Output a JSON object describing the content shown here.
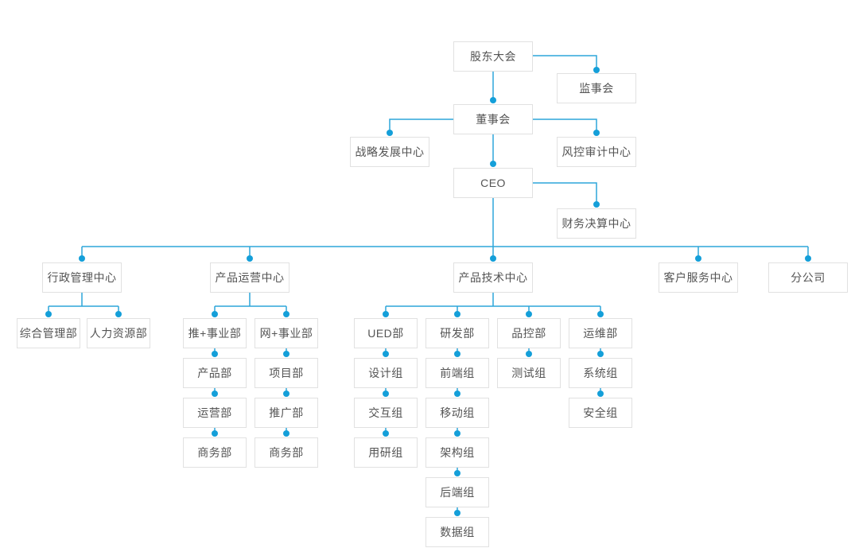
{
  "diagram_type": "org-chart",
  "colors": {
    "connector_line": "#2da6da",
    "connector_dot": "#149fd9",
    "node_border": "#e1e1e1",
    "node_background": "#ffffff",
    "node_text": "#545454",
    "page_background": "#ffffff"
  },
  "nodes": {
    "shareholders_meeting": "股东大会",
    "supervisory_board": "监事会",
    "board_of_directors": "董事会",
    "strategy_center": "战略发展中心",
    "risk_audit_center": "风控审计中心",
    "ceo": "CEO",
    "finance_center": "财务决算中心",
    "admin_center": "行政管理中心",
    "product_ops_center": "产品运营中心",
    "product_tech_center": "产品技术中心",
    "customer_service_center": "客户服务中心",
    "branch_company": "分公司",
    "general_admin_dept": "综合管理部",
    "hr_dept": "人力资源部",
    "tui_division": "推+事业部",
    "wang_division": "网+事业部",
    "product_dept": "产品部",
    "project_dept": "项目部",
    "operation_dept": "运营部",
    "promotion_dept": "推广部",
    "business_dept_tui": "商务部",
    "business_dept_wang": "商务部",
    "ued_dept": "UED部",
    "rd_dept": "研发部",
    "qc_dept": "品控部",
    "maintenance_dept": "运维部",
    "design_group": "设计组",
    "interaction_group": "交互组",
    "user_research_group": "用研组",
    "frontend_group": "前端组",
    "mobile_group": "移动组",
    "architecture_group": "架构组",
    "backend_group": "后端组",
    "data_group": "数据组",
    "testing_group": "测试组",
    "system_group": "系统组",
    "security_group": "安全组"
  },
  "hierarchy_as_drawn": {
    "shareholders_meeting": [
      "supervisory_board",
      "board_of_directors"
    ],
    "board_of_directors": [
      "strategy_center",
      "risk_audit_center",
      "ceo"
    ],
    "ceo": [
      "finance_center",
      "admin_center",
      "product_ops_center",
      "product_tech_center",
      "customer_service_center",
      "branch_company"
    ],
    "admin_center": [
      "general_admin_dept",
      "hr_dept"
    ],
    "product_ops_center": [
      "tui_division",
      "wang_division"
    ],
    "tui_division": [
      "product_dept"
    ],
    "product_dept": [
      "operation_dept"
    ],
    "operation_dept": [
      "business_dept_tui"
    ],
    "wang_division": [
      "project_dept"
    ],
    "project_dept": [
      "promotion_dept"
    ],
    "promotion_dept": [
      "business_dept_wang"
    ],
    "product_tech_center": [
      "ued_dept",
      "rd_dept",
      "qc_dept",
      "maintenance_dept"
    ],
    "ued_dept": [
      "design_group"
    ],
    "design_group": [
      "interaction_group"
    ],
    "interaction_group": [
      "user_research_group"
    ],
    "rd_dept": [
      "frontend_group"
    ],
    "frontend_group": [
      "mobile_group"
    ],
    "mobile_group": [
      "architecture_group"
    ],
    "architecture_group": [
      "backend_group"
    ],
    "backend_group": [
      "data_group"
    ],
    "qc_dept": [
      "testing_group"
    ],
    "maintenance_dept": [
      "system_group"
    ],
    "system_group": [
      "security_group"
    ]
  }
}
